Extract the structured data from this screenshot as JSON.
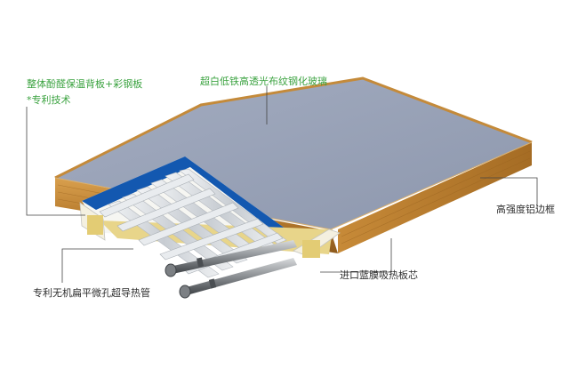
{
  "labels": {
    "backplate": "整体酚醛保温背板+彩钢板",
    "patent_tech": "*专利技术",
    "glass": "超白低铁高透光布纹钢化玻璃",
    "frame": "高强度铝边框",
    "heat_pipe": "专利无机扁平微孔超导热管",
    "absorber": "进口蓝膜吸热板芯"
  },
  "colors": {
    "label_green": "#3aa23f",
    "glass": "#98a2b8",
    "frame_wood": "#c48a3a",
    "blue_film": "#1358b0",
    "insulation": "#e8d58a"
  }
}
